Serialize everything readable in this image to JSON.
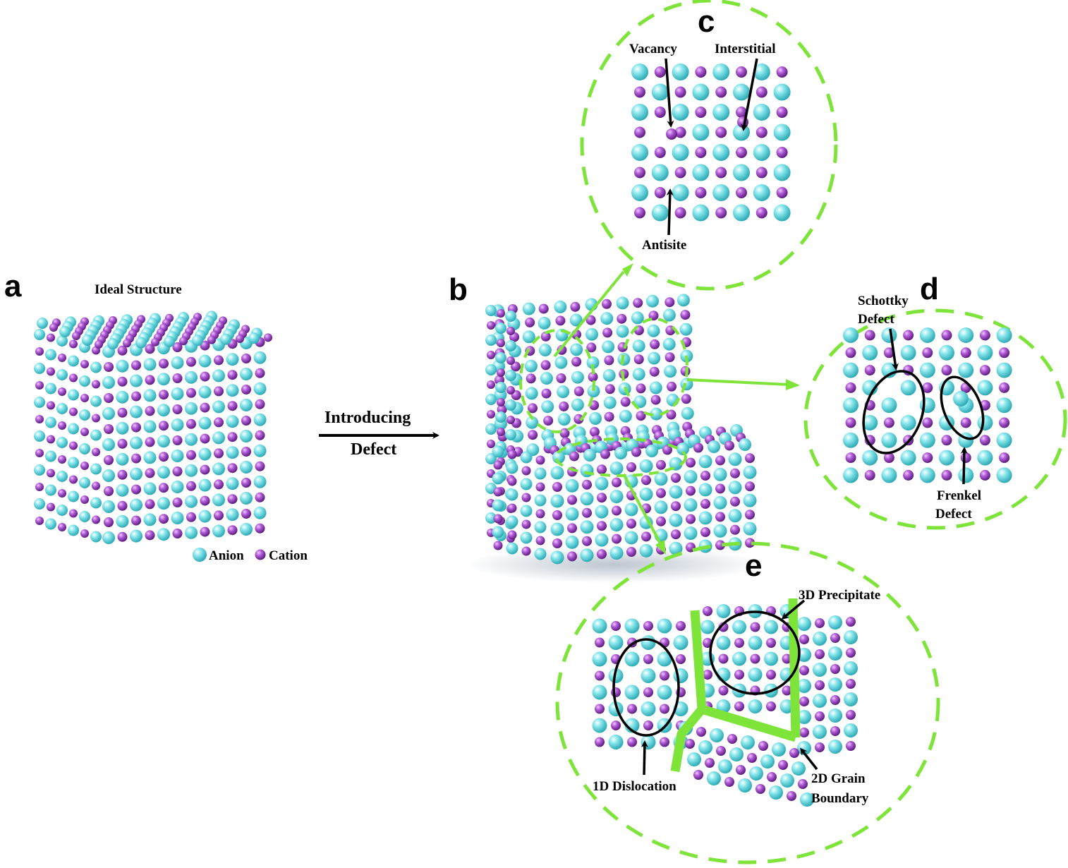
{
  "panels": {
    "a": {
      "letter": "a",
      "title": "Ideal Structure"
    },
    "b": {
      "letter": "b"
    },
    "c": {
      "letter": "c",
      "labels": {
        "vacancy": "Vacancy",
        "interstitial": "Interstitial",
        "antisite": "Antisite"
      }
    },
    "d": {
      "letter": "d",
      "labels": {
        "schottky_1": "Schottky",
        "schottky_2": "Defect",
        "frenkel_1": "Frenkel",
        "frenkel_2": "Defect"
      }
    },
    "e": {
      "letter": "e",
      "labels": {
        "precipitate": "3D Precipitate",
        "dislocation": "1D Dislocation",
        "grain_1": "2D Grain",
        "grain_2": "Boundary"
      }
    }
  },
  "legend": {
    "anion": "Anion",
    "cation": "Cation"
  },
  "arrow": {
    "line1": "Introducing",
    "line2": "Defect"
  },
  "colors": {
    "anion": "#5fd8de",
    "cation": "#a24fc8",
    "highlight": "#7ee43a",
    "outline": "#000000"
  }
}
